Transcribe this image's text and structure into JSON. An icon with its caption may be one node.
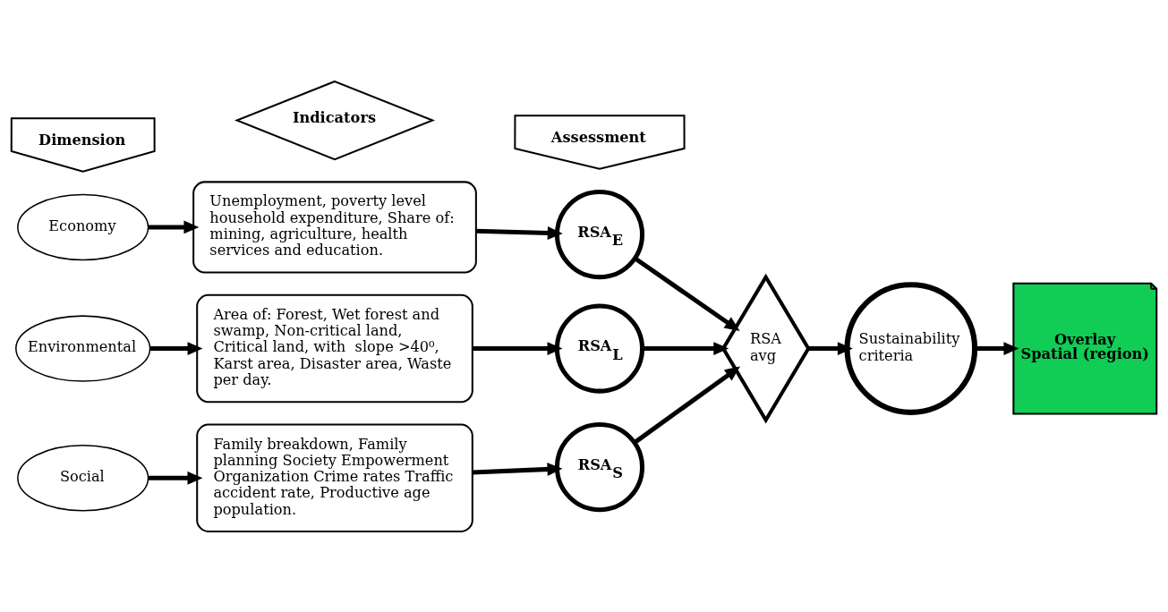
{
  "diagram": {
    "nodes": [
      {
        "text": [
          "Dimension"
        ]
      },
      {
        "text": [
          "Indicators"
        ]
      },
      {
        "text": [
          "Assessment"
        ]
      },
      {
        "text": [
          "Economy"
        ]
      },
      {
        "text": [
          "Environmental"
        ]
      },
      {
        "text": [
          "Social"
        ]
      },
      {
        "text": [
          "Unemployment, poverty level household expenditure, Share of:  mining, agriculture, health services and education."
        ]
      },
      {
        "text": [
          "Area of: Forest, Wet forest and swamp, Non-critical land, Critical land, with  slope >40⁰, Karst area, Disaster area, Waste per day."
        ]
      },
      {
        "text": [
          "Family breakdown, Family planning Society Empowerment Organization Crime rates Traffic accident rate, Productive age population."
        ]
      },
      {
        "text": [
          "RSA$_{E}$"
        ]
      },
      {
        "text": [
          "RSA$_{L}$"
        ]
      },
      {
        "text": [
          "RSA$_{S}$"
        ]
      },
      {
        "text": [
          "RSA avg"
        ]
      },
      {
        "text": [
          "Sustainability criteria"
        ]
      },
      {
        "text": [
          "Overlay",
          "Spatial (region)"
        ]
      }
    ],
    "edges": [
      {
        "from": 3,
        "to": 6,
        "arrow": "to"
      },
      {
        "from": 6,
        "to": 9,
        "arrow": "to"
      },
      {
        "from": 4,
        "to": 7,
        "arrow": "to"
      },
      {
        "from": 7,
        "to": 10,
        "arrow": "to"
      },
      {
        "from": 5,
        "to": 8,
        "arrow": "to"
      },
      {
        "from": 8,
        "to": 11,
        "arrow": "to"
      },
      {
        "from": 9,
        "to": 12,
        "arrow": "to"
      },
      {
        "from": 10,
        "to": 12,
        "arrow": "to"
      },
      {
        "from": 11,
        "to": 12,
        "arrow": "to"
      },
      {
        "from": 12,
        "to": 13,
        "arrow": "to"
      },
      {
        "from": 13,
        "to": 14,
        "arrow": "to"
      }
    ]
  }
}
